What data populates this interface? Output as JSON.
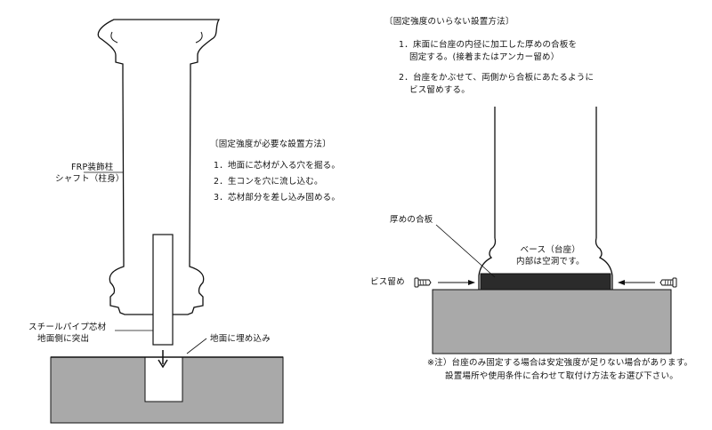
{
  "colors": {
    "ground": "#a9a9a9",
    "plate": "#2b2b2b",
    "line": "#111111",
    "background": "#ffffff"
  },
  "left_panel": {
    "column_label_line1": "FRP装飾柱",
    "column_label_line2": "シャフト（柱身）",
    "steel_label_line1": "スチールパイプ芯材",
    "steel_label_line2": "地面側に突出",
    "embed_label": "地面に埋め込み",
    "method_title": "〔固定強度が必要な設置方法〕",
    "steps": [
      "1．地面に芯材が入る穴を掘る。",
      "2．生コンを穴に流し込む。",
      "3．芯材部分を差し込み固める。"
    ]
  },
  "right_panel": {
    "method_title": "〔固定強度のいらない設置方法〕",
    "step1_line1": "1．床面に台座の内径に加工した厚めの合板を",
    "step1_line2": "固定する。(接着またはアンカー留め）",
    "step2_line1": "2．台座をかぶせて、両側から合板にあたるように",
    "step2_line2": "ビス留めする。",
    "plywood_label": "厚めの合板",
    "base_label_line1": "ベース（台座）",
    "base_label_line2": "内部は空洞です。",
    "screw_label": "ビス留め",
    "note_line1": "※注）台座のみ固定する場合は安定強度が足りない場合があります。",
    "note_line2": "設置場所や使用条件に合わせて取付け方法をお選び下さい。"
  }
}
